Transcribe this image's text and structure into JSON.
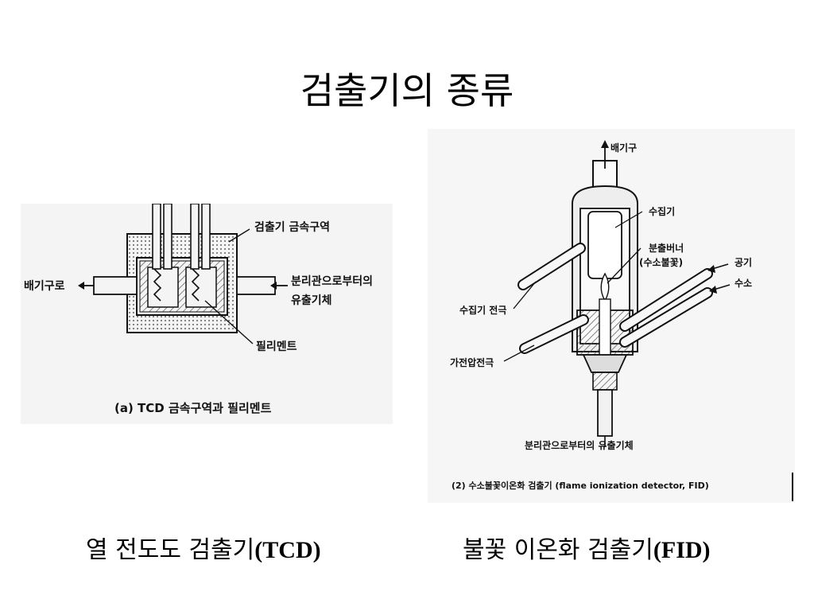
{
  "slide": {
    "title": "검출기의 종류"
  },
  "tcd": {
    "labels": {
      "metal_block": "검출기 금속구역",
      "exhaust": "배기구로",
      "inlet_line1": "분리관으로부터의",
      "inlet_line2": "유출기체",
      "filament": "필리멘트"
    },
    "figure_caption": "(a) TCD 금속구역과 필리멘트",
    "caption_korean": "열 전도도 검출기",
    "caption_abbr": "(TCD)"
  },
  "fid": {
    "labels": {
      "exhaust": "배기구",
      "collector": "수집기",
      "burner_line1": "분출버너",
      "burner_line2": "(수소불꽃)",
      "air": "공기",
      "hydrogen": "수소",
      "collector_electrode": "수집기 전극",
      "polarizing_electrode": "가전압전극",
      "column_effluent": "분리관으로부터의 유출기체"
    },
    "figure_caption": "(2) 수소불꽃이온화 검출기 (flame ionization detector, FID)",
    "caption_korean": "불꽃 이온화 검출기",
    "caption_abbr": "(FID)"
  }
}
